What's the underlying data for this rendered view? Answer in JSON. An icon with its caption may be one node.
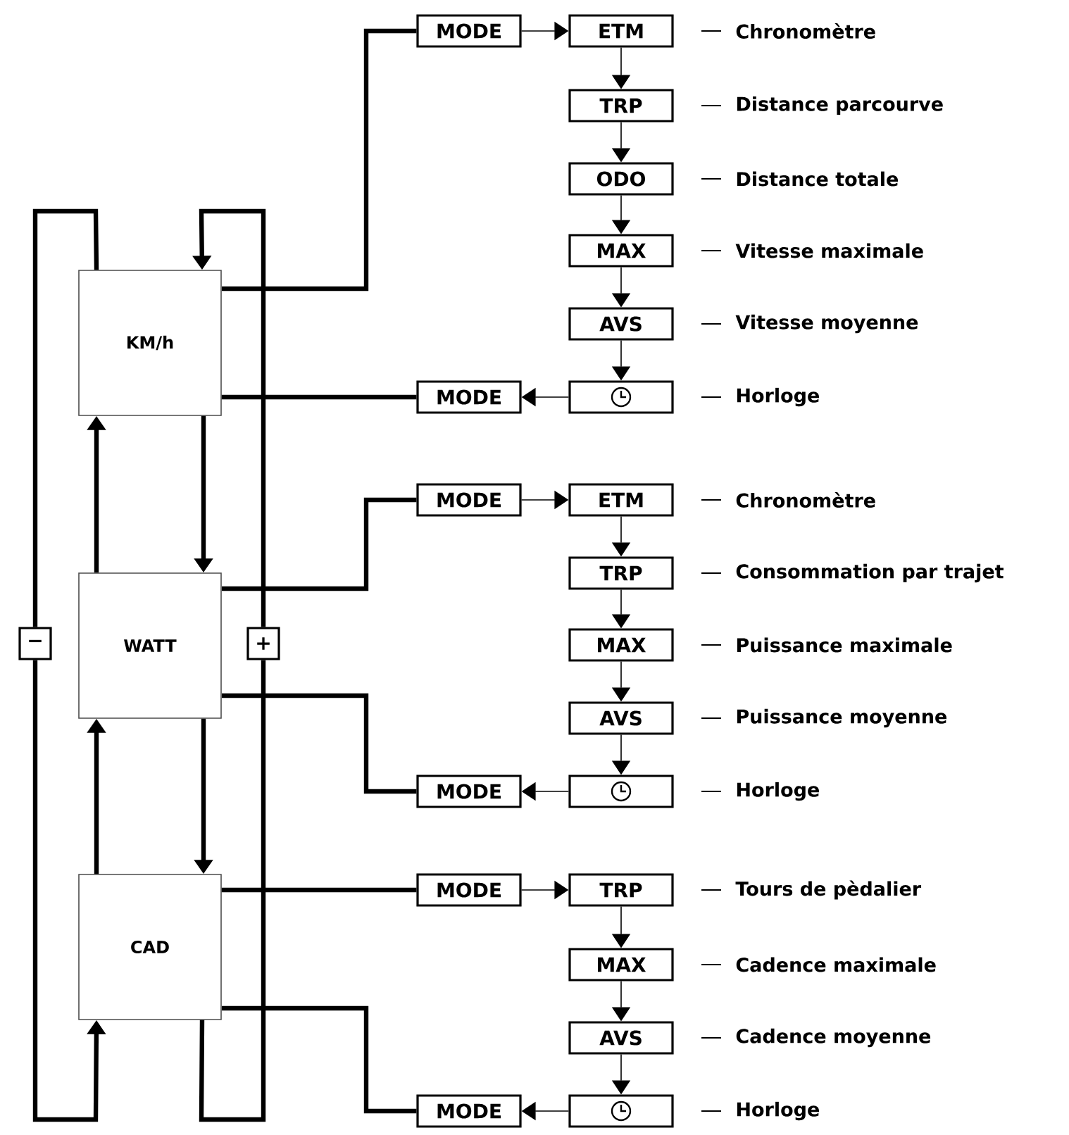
{
  "diagram": {
    "nodes": [
      {
        "text": [
          "KM/h"
        ]
      },
      {
        "text": [
          "WATT"
        ]
      },
      {
        "text": [
          "CAD"
        ]
      },
      {
        "text": [
          "−"
        ]
      },
      {
        "text": [
          "+"
        ]
      },
      {
        "text": [
          "MODE"
        ]
      },
      {
        "text": [
          "ETM"
        ],
        "beside": [
          "Chronomètre"
        ]
      },
      {
        "text": [
          "TRP"
        ],
        "beside": [
          "Distance parcourve"
        ]
      },
      {
        "text": [
          "ODO"
        ],
        "beside": [
          "Distance totale"
        ]
      },
      {
        "text": [
          "MAX"
        ],
        "beside": [
          "Vitesse maximale"
        ]
      },
      {
        "text": [
          "AVS"
        ],
        "beside": [
          "Vitesse moyenne"
        ]
      },
      {
        "text": [],
        "shape": "box",
        "beside": [
          "Horloge"
        ]
      },
      {
        "text": [
          "MODE"
        ]
      },
      {
        "text": [
          "MODE"
        ]
      },
      {
        "text": [
          "ETM"
        ],
        "beside": [
          "Chronomètre"
        ]
      },
      {
        "text": [
          "TRP"
        ],
        "beside": [
          "Consommation par trajet"
        ]
      },
      {
        "text": [
          "MAX"
        ],
        "beside": [
          "Puissance maximale"
        ]
      },
      {
        "text": [
          "AVS"
        ],
        "beside": [
          "Puissance moyenne"
        ]
      },
      {
        "text": [],
        "shape": "box",
        "beside": [
          "Horloge"
        ]
      },
      {
        "text": [
          "MODE"
        ]
      },
      {
        "text": [
          "MODE"
        ]
      },
      {
        "text": [
          "TRP"
        ],
        "beside": [
          "Tours de pèdalier"
        ]
      },
      {
        "text": [
          "MAX"
        ],
        "beside": [
          "Cadence maximale"
        ]
      },
      {
        "text": [
          "AVS"
        ],
        "beside": [
          "Cadence moyenne"
        ]
      },
      {
        "text": [],
        "shape": "box",
        "beside": [
          "Horloge"
        ]
      },
      {
        "text": [
          "MODE"
        ]
      }
    ],
    "edges": [
      {
        "from": 0,
        "to": 3,
        "arrow": "none",
        "style": "thick"
      },
      {
        "from": 3,
        "to": 2,
        "arrow": "to",
        "style": "thick"
      },
      {
        "from": 2,
        "to": 4,
        "arrow": "none",
        "style": "thick"
      },
      {
        "from": 4,
        "to": 0,
        "arrow": "to",
        "style": "thick"
      },
      {
        "from": 1,
        "to": 0,
        "arrow": "to",
        "style": "thick"
      },
      {
        "from": 0,
        "to": 1,
        "arrow": "to",
        "style": "thick"
      },
      {
        "from": 2,
        "to": 1,
        "arrow": "to",
        "style": "thick"
      },
      {
        "from": 1,
        "to": 2,
        "arrow": "to",
        "style": "thick"
      },
      {
        "from": 0,
        "to": 5,
        "arrow": "none",
        "style": "thick"
      },
      {
        "from": 5,
        "to": 6,
        "arrow": "to"
      },
      {
        "from": 6,
        "to": 7,
        "arrow": "to"
      },
      {
        "from": 7,
        "to": 8,
        "arrow": "to"
      },
      {
        "from": 8,
        "to": 9,
        "arrow": "to"
      },
      {
        "from": 9,
        "to": 10,
        "arrow": "to"
      },
      {
        "from": 10,
        "to": 11,
        "arrow": "to"
      },
      {
        "from": 11,
        "to": 12,
        "arrow": "to"
      },
      {
        "from": 0,
        "to": 12,
        "arrow": "none",
        "style": "thick"
      },
      {
        "from": 1,
        "to": 13,
        "arrow": "none",
        "style": "thick"
      },
      {
        "from": 13,
        "to": 14,
        "arrow": "to"
      },
      {
        "from": 14,
        "to": 15,
        "arrow": "to"
      },
      {
        "from": 15,
        "to": 16,
        "arrow": "to"
      },
      {
        "from": 16,
        "to": 17,
        "arrow": "to"
      },
      {
        "from": 17,
        "to": 18,
        "arrow": "to"
      },
      {
        "from": 18,
        "to": 19,
        "arrow": "to"
      },
      {
        "from": 1,
        "to": 19,
        "arrow": "none",
        "style": "thick"
      },
      {
        "from": 2,
        "to": 20,
        "arrow": "none",
        "style": "thick"
      },
      {
        "from": 20,
        "to": 21,
        "arrow": "to"
      },
      {
        "from": 21,
        "to": 22,
        "arrow": "to"
      },
      {
        "from": 22,
        "to": 23,
        "arrow": "to"
      },
      {
        "from": 23,
        "to": 24,
        "arrow": "to"
      },
      {
        "from": 24,
        "to": 25,
        "arrow": "to"
      },
      {
        "from": 2,
        "to": 25,
        "arrow": "none",
        "style": "thick"
      }
    ]
  }
}
